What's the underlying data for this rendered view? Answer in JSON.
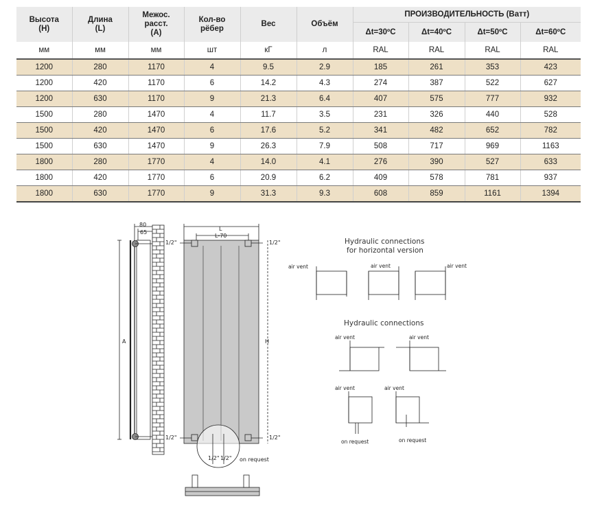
{
  "table": {
    "headers": {
      "height": "Высота\n(Н)",
      "length": "Длина\n(L)",
      "center": "Межос.\nрасст.\n(A)",
      "fins": "Кол-во\nрёбер",
      "weight": "Вес",
      "volume": "Объём",
      "performance": "ПРОИЗВОДИТЕЛЬНОСТЬ (Ватт)",
      "dt": [
        "Δt=30ºC",
        "Δt=40ºC",
        "Δt=50ºC",
        "Δt=60ºC"
      ]
    },
    "units": [
      "мм",
      "мм",
      "мм",
      "шт",
      "кГ",
      "л",
      "RAL",
      "RAL",
      "RAL",
      "RAL"
    ],
    "rows": [
      [
        "1200",
        "280",
        "1170",
        "4",
        "9.5",
        "2.9",
        "185",
        "261",
        "353",
        "423"
      ],
      [
        "1200",
        "420",
        "1170",
        "6",
        "14.2",
        "4.3",
        "274",
        "387",
        "522",
        "627"
      ],
      [
        "1200",
        "630",
        "1170",
        "9",
        "21.3",
        "6.4",
        "407",
        "575",
        "777",
        "932"
      ],
      [
        "1500",
        "280",
        "1470",
        "4",
        "11.7",
        "3.5",
        "231",
        "326",
        "440",
        "528"
      ],
      [
        "1500",
        "420",
        "1470",
        "6",
        "17.6",
        "5.2",
        "341",
        "482",
        "652",
        "782"
      ],
      [
        "1500",
        "630",
        "1470",
        "9",
        "26.3",
        "7.9",
        "508",
        "717",
        "969",
        "1163"
      ],
      [
        "1800",
        "280",
        "1770",
        "4",
        "14.0",
        "4.1",
        "276",
        "390",
        "527",
        "633"
      ],
      [
        "1800",
        "420",
        "1770",
        "6",
        "20.9",
        "6.2",
        "409",
        "578",
        "781",
        "937"
      ],
      [
        "1800",
        "630",
        "1770",
        "9",
        "31.3",
        "9.3",
        "608",
        "859",
        "1161",
        "1394"
      ]
    ],
    "shaded_rows": [
      0,
      2,
      4,
      6,
      8
    ],
    "shade_color": "#eee0c6"
  },
  "drawing": {
    "dim_80": "80",
    "dim_65": "65",
    "dim_L": "L",
    "dim_L70": "L-70",
    "thread": "1/2\"",
    "dim_A": "A",
    "dim_H": "H",
    "on_request": "on request",
    "horizontal_title_1": "Hydraulic connections",
    "horizontal_title_2": "for horizontal version",
    "vertical_title": "Hydraulic connections",
    "air_vent": "air vent"
  }
}
